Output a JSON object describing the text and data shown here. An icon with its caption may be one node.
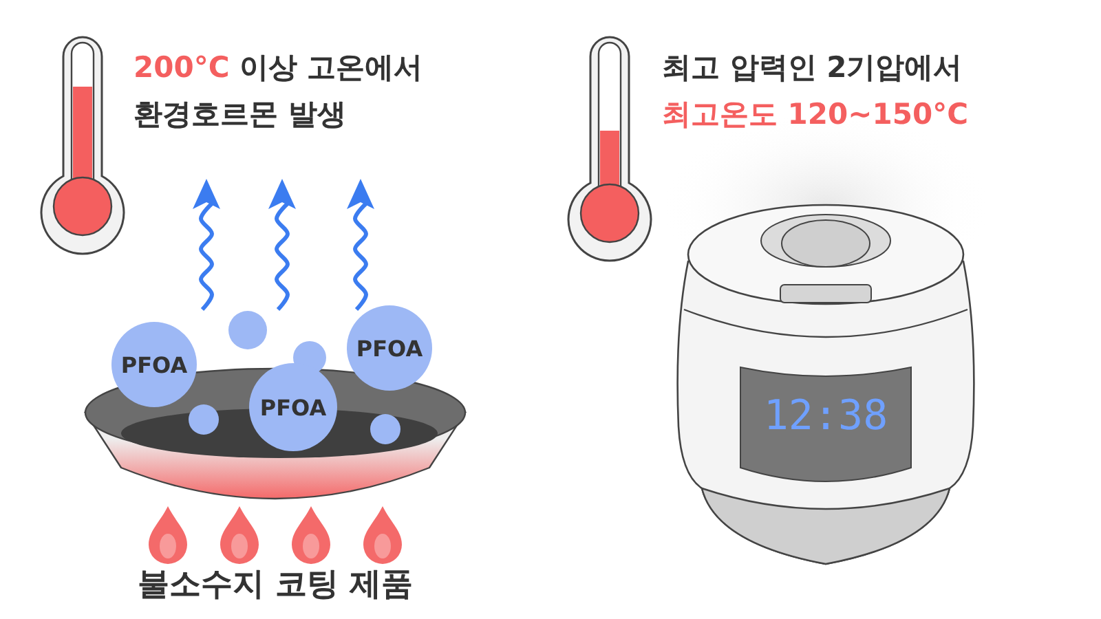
{
  "diagram": {
    "nodes": [
      {
        "text": [
          "PFOA"
        ]
      },
      {
        "text": [
          "PFOA"
        ]
      },
      {
        "text": [
          "PFOA"
        ]
      }
    ],
    "labels": [
      "200°C",
      "이상 고온에서",
      "환경호르몬 발생",
      "불소수지 코팅 제품",
      "최고 압력인 2기압에서",
      "최고온도 120~150°C",
      "12:38"
    ]
  }
}
